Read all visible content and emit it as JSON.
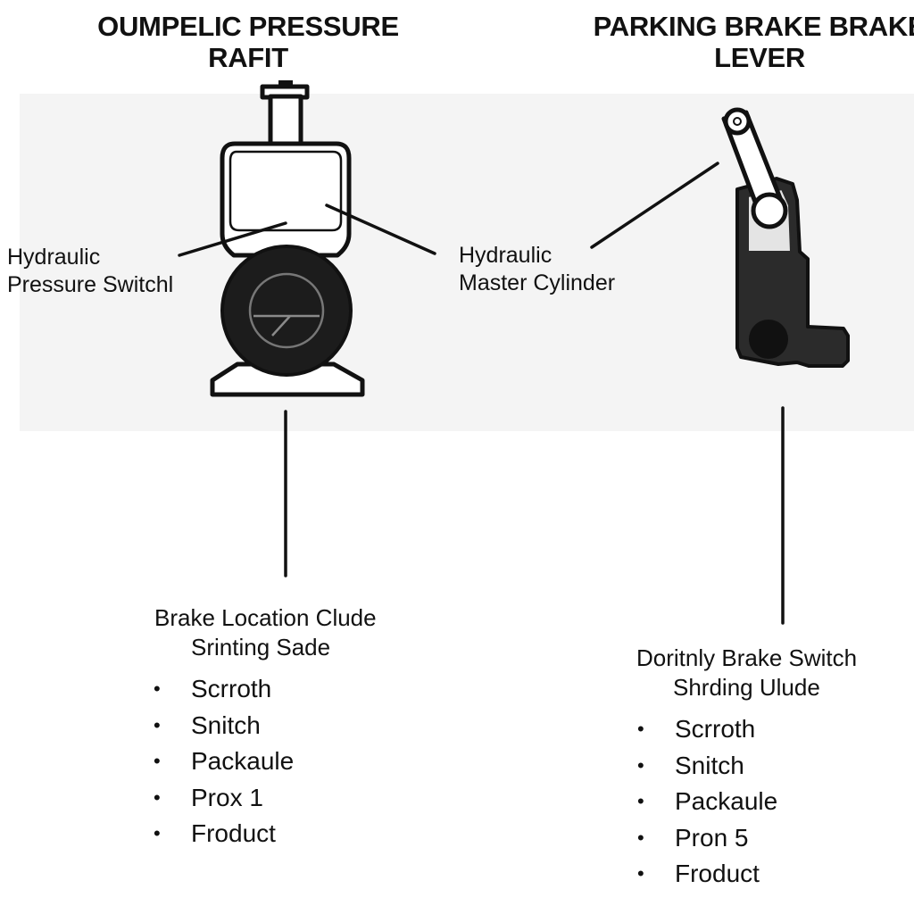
{
  "left_panel": {
    "title": [
      "OUMPELIC PRESSURE",
      "RAFIT"
    ],
    "label": [
      "Hydraulic",
      "Pressure Switchl"
    ],
    "heading": "Brake Location Clude",
    "subheading": "Srinting Sade",
    "items": [
      "Scrroth",
      "Snitch",
      "Packaule",
      "Prox 1",
      "Froduct"
    ]
  },
  "right_panel": {
    "title": [
      "PARKING BRAKE BRAKE",
      "LEVER"
    ],
    "label": [
      "Hydraulic",
      "Master Cylinder"
    ],
    "heading": "Doritnly Brake Switch",
    "subheading": "Shrding Ulude",
    "items": [
      "Scrroth",
      "Snitch",
      "Packaule",
      "Pron 5",
      "Froduct"
    ]
  },
  "colors": {
    "line": "#111111",
    "panel_background": "#f4f4f4",
    "knob": "#1c1c1c",
    "housing": "#2b2b2b"
  }
}
